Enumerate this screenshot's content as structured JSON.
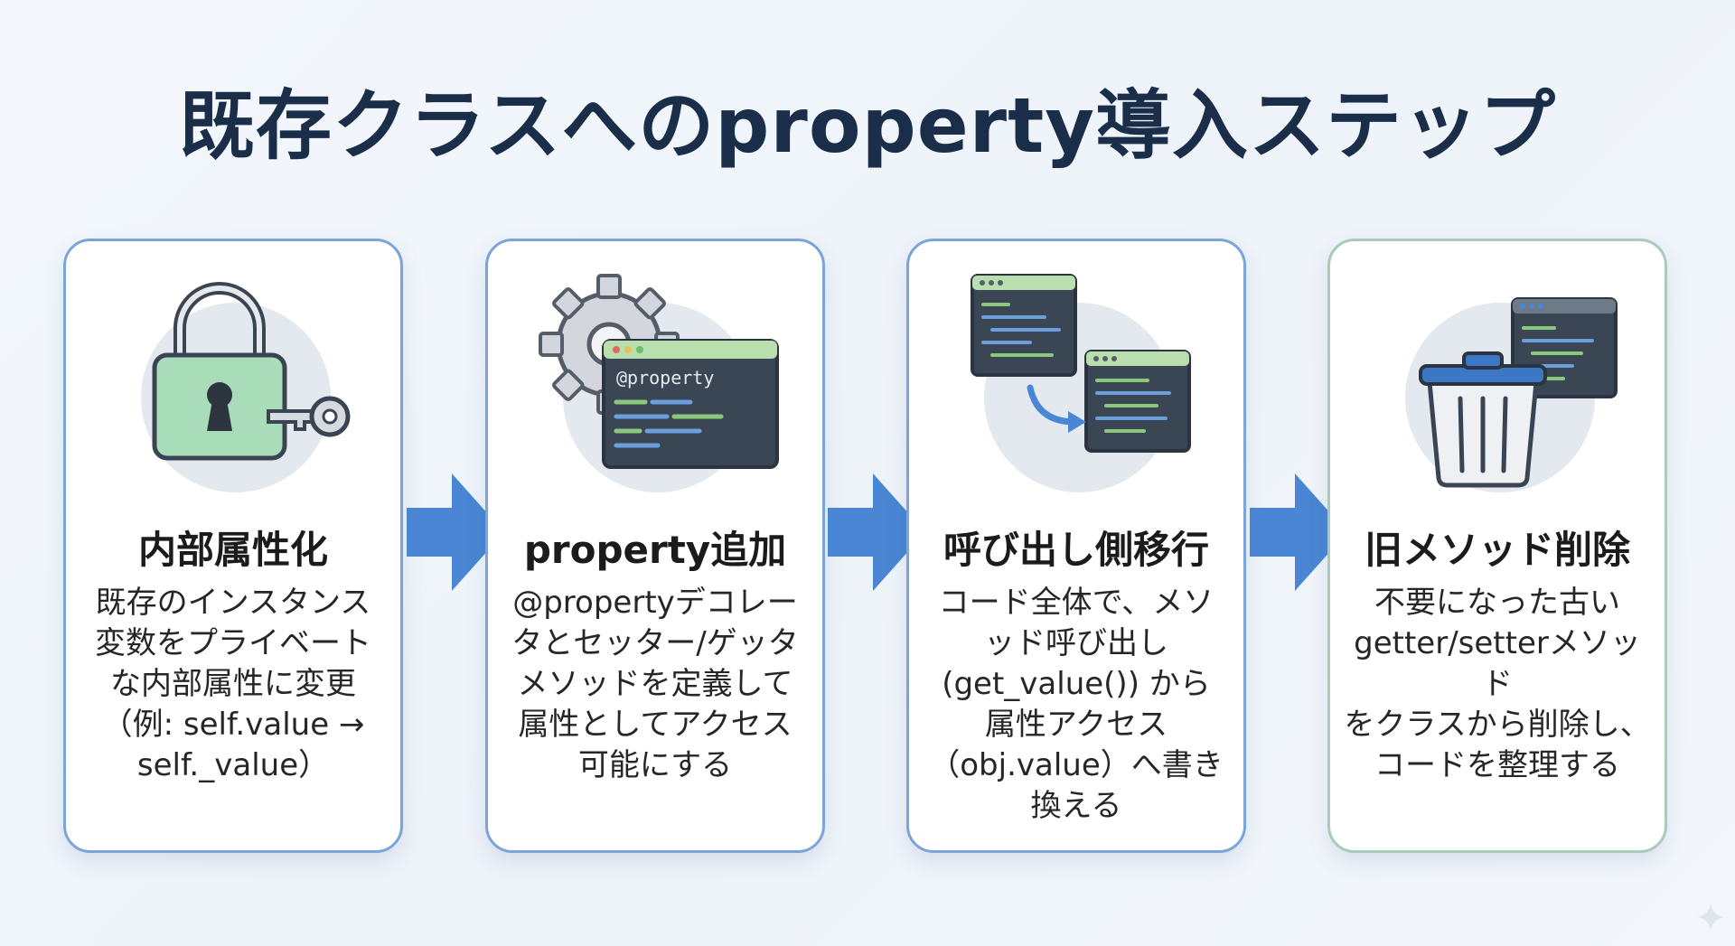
{
  "title": "既存クラスへのproperty導入ステップ",
  "steps": [
    {
      "icon": "lock-key-icon",
      "heading": "内部属性化",
      "lines": [
        "既存のインスタンス",
        "変数をプライベート",
        "な内部属性に変更",
        "（例: self.value →",
        "self._value）"
      ]
    },
    {
      "icon": "gear-code-icon",
      "code_label": "@property",
      "heading": "property追加",
      "lines": [
        "@propertyデコレー",
        "タとセッター/ゲッタ",
        "メソッドを定義して",
        "属性としてアクセス",
        "可能にする"
      ]
    },
    {
      "icon": "code-migration-icon",
      "heading": "呼び出し側移行",
      "lines": [
        "コード全体で、メソ",
        "ッド呼び出し",
        "(get_value()) から",
        "属性アクセス",
        "（obj.value）へ書き",
        "換える"
      ]
    },
    {
      "icon": "trash-code-icon",
      "heading": "旧メソッド削除",
      "lines": [
        "不要になった古い",
        "getter/setterメソッド",
        "をクラスから削除し、",
        "コードを整理する"
      ]
    }
  ],
  "colors": {
    "title": "#1a2e4a",
    "card_border": "#7ba4d8",
    "card_border_last": "#a9cbb8",
    "arrow": "#4a86d4",
    "icon_circle": "#e4e9f0",
    "code_window": "#3a4654",
    "code_titlebar": "#b9dfae"
  }
}
